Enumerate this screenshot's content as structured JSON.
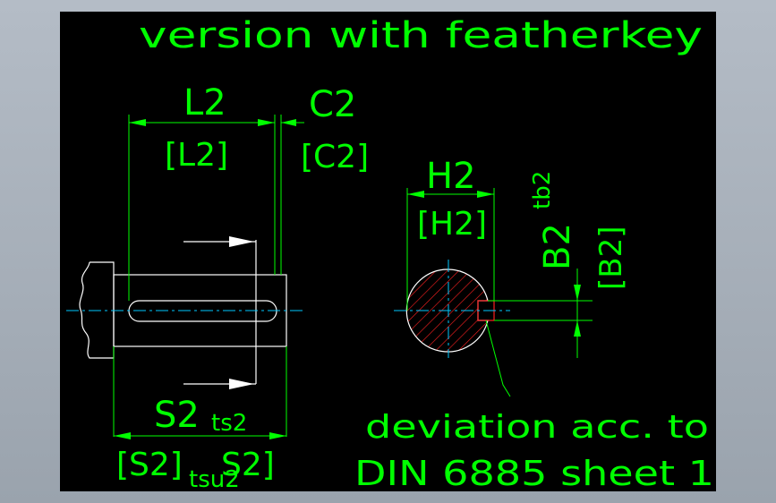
{
  "drawing": {
    "title": "version with featherkey",
    "note_line1": "deviation acc. to",
    "note_line2": "DIN 6885 sheet 1"
  },
  "dimensions": {
    "L2": "L2",
    "L2_ref": "[L2]",
    "C2": "C2",
    "C2_ref": "[C2]",
    "H2": "H2",
    "H2_ref": "[H2]",
    "B2": "B2",
    "B2_sup": "tb2",
    "B2_ref": "[B2]",
    "S2": "S2",
    "S2_sub": "ts2",
    "S2_ref": "[S2]",
    "S2_ref_sub": "tsu2",
    "S2_ref_tail": "S2]"
  },
  "colors": {
    "background": "#000000",
    "dimension_lines": "#00ff00",
    "outline": "#ffffff",
    "centerline": "#00c8ff",
    "hatch": "#ff2020"
  }
}
